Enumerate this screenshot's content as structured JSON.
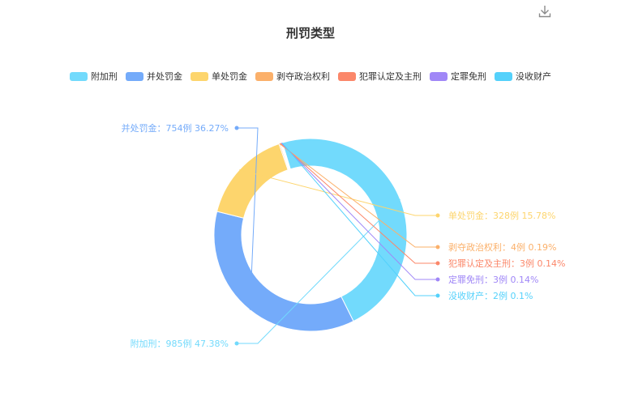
{
  "toolbar": {
    "download_icon": "download-icon"
  },
  "chart_data": {
    "type": "pie",
    "variant": "donut",
    "title": "刑罚类型",
    "legend_position": "top-center",
    "slices": [
      {
        "name": "附加刑",
        "value": 985,
        "percent": "47.38%",
        "color": "#72dafc",
        "label": "附加刑：985例  47.38%"
      },
      {
        "name": "并处罚金",
        "value": 754,
        "percent": "36.27%",
        "color": "#74abfa",
        "label": "并处罚金：754例  36.27%"
      },
      {
        "name": "单处罚金",
        "value": 328,
        "percent": "15.78%",
        "color": "#fdd56d",
        "label": "单处罚金：328例  15.78%"
      },
      {
        "name": "剥夺政治权利",
        "value": 4,
        "percent": "0.19%",
        "color": "#fbb06a",
        "label": "剥夺政治权利：4例  0.19%"
      },
      {
        "name": "犯罪认定及主刑",
        "value": 3,
        "percent": "0.14%",
        "color": "#fb876a",
        "label": "犯罪认定及主刑：3例  0.14%"
      },
      {
        "name": "定罪免刑",
        "value": 3,
        "percent": "0.14%",
        "color": "#a087f7",
        "label": "定罪免刑：3例  0.14%"
      },
      {
        "name": "没收财产",
        "value": 2,
        "percent": "0.1%",
        "color": "#54d1fb",
        "label": "没收财产：2例  0.1%"
      }
    ]
  }
}
